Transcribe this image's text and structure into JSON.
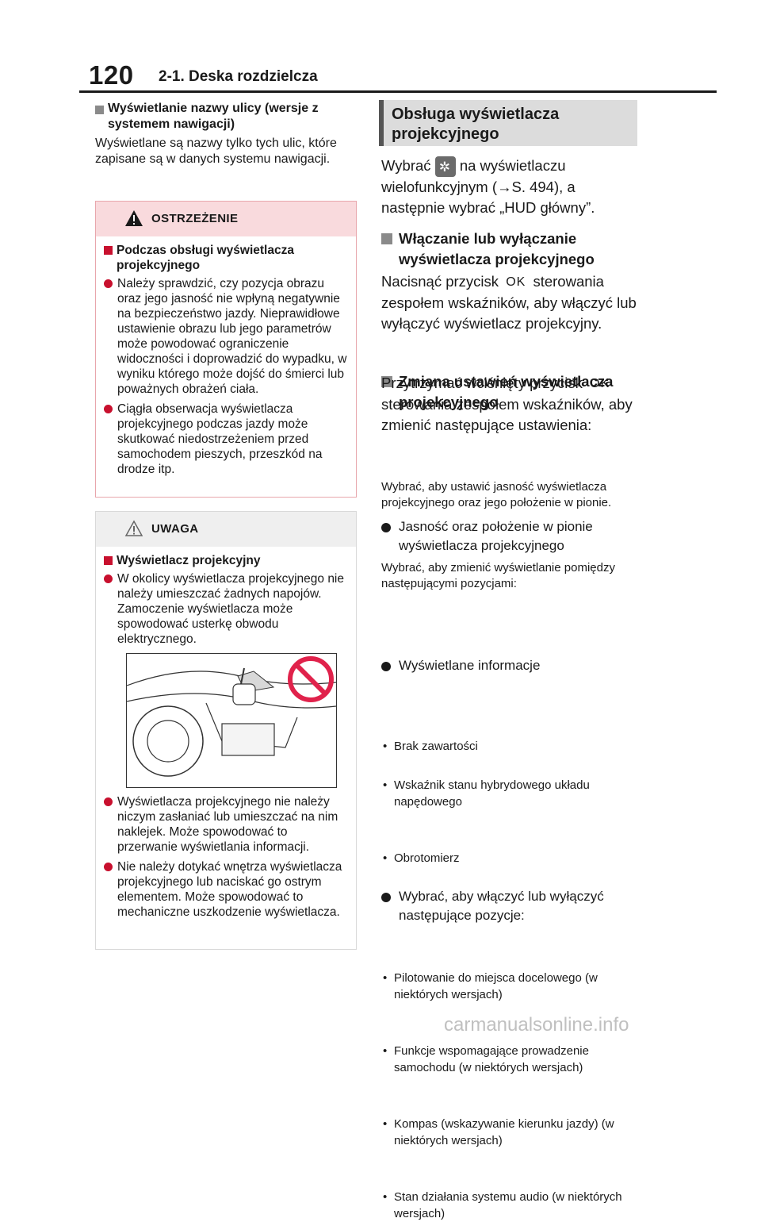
{
  "header": {
    "page_number": "120",
    "section": "2-1. Deska rozdzielcza"
  },
  "left": {
    "street_heading": "Wyświetlanie nazwy ulicy (wersje z systemem nawigacji)",
    "street_text": "Wyświetlane są nazwy tylko tych ulic, które zapisane są w danych systemu nawigacji."
  },
  "warning": {
    "title": "OSTRZEŻENIE",
    "heading": "Podczas obsługi wyświetlacza projekcyjnego",
    "bullets": [
      "Należy sprawdzić, czy pozycja obrazu oraz jego jasność nie wpłyną negatywnie na bezpieczeństwo jazdy. Nieprawidłowe ustawienie obrazu lub jego parametrów może powodować ograniczenie widoczności i doprowadzić do wypadku, w wyniku którego może dojść do śmierci lub poważnych obrażeń ciała.",
      "Ciągła obserwacja wyświetlacza projekcyjnego podczas jazdy może skutkować niedostrzeżeniem przed samochodem pieszych, przeszkód na drodze itp."
    ]
  },
  "notice": {
    "title": "UWAGA",
    "heading": "Wyświetlacz projekcyjny",
    "bullet1": "W okolicy wyświetlacza projekcyjnego nie należy umieszczać żadnych napojów. Zamoczenie wyświetlacza może spowodować usterkę obwodu elektrycznego.",
    "bullet2": "Wyświetlacza projekcyjnego nie należy niczym zasłaniać lub umieszczać na nim naklejek. Może spowodować to przerwanie wyświetlania informacji.",
    "bullet3": "Nie należy dotykać wnętrza wyświetlacza projekcyjnego lub naciskać go ostrym elementem. Może spowodować to mechaniczne uszkodzenie wyświetlacza."
  },
  "right": {
    "banner": "Obsługa wyświetlacza projekcyjnego",
    "intro_a": "Wybrać",
    "intro_b": "na wyświetlaczu wielofunkcyjnym (→S. 494), a następnie wybrać „HUD główny”.",
    "h_onoff": "Włączanie lub wyłączanie wyświetlacza projekcyjnego",
    "onoff_a": "Nacisnąć przycisk",
    "onoff_b": "sterowania zespołem wskaźników, aby włączyć lub wyłączyć wyświetlacz projekcyjny.",
    "h_settings": "Zmiana ustawień wyświetlacza projekcyjnego",
    "settings_a": "Przytrzymać wciśnięty przycisk",
    "settings_b": "sterowania zespołem wskaźników, aby zmienić następujące ustawienia:",
    "sub1": "Jasność oraz położenie w pionie wyświetlacza projekcyjnego",
    "sub1_text": "Wybrać, aby ustawić jasność wyświetlacza projekcyjnego oraz jego położenie w pionie.",
    "sub2": "Wyświetlane informacje",
    "sub2_text": "Wybrać, aby zmienić wyświetlanie pomiędzy następującymi pozycjami:",
    "list1": [
      "Brak zawartości",
      "Wskaźnik stanu hybrydowego układu napędowego",
      "Obrotomierz"
    ],
    "sub3": "Wybrać, aby włączyć lub wyłączyć następujące pozycje:",
    "list2": [
      "Pilotowanie do miejsca docelowego (w niektórych wersjach)",
      "Funkcje wspomagające prowadzenie samochodu (w niektórych wersjach)",
      "Kompas (wskazywanie kierunku jazdy) (w niektórych wersjach)",
      "Stan działania systemu audio (w niektórych wersjach)"
    ],
    "ok_label": "OK"
  },
  "watermark": "carmanualsonline.info"
}
